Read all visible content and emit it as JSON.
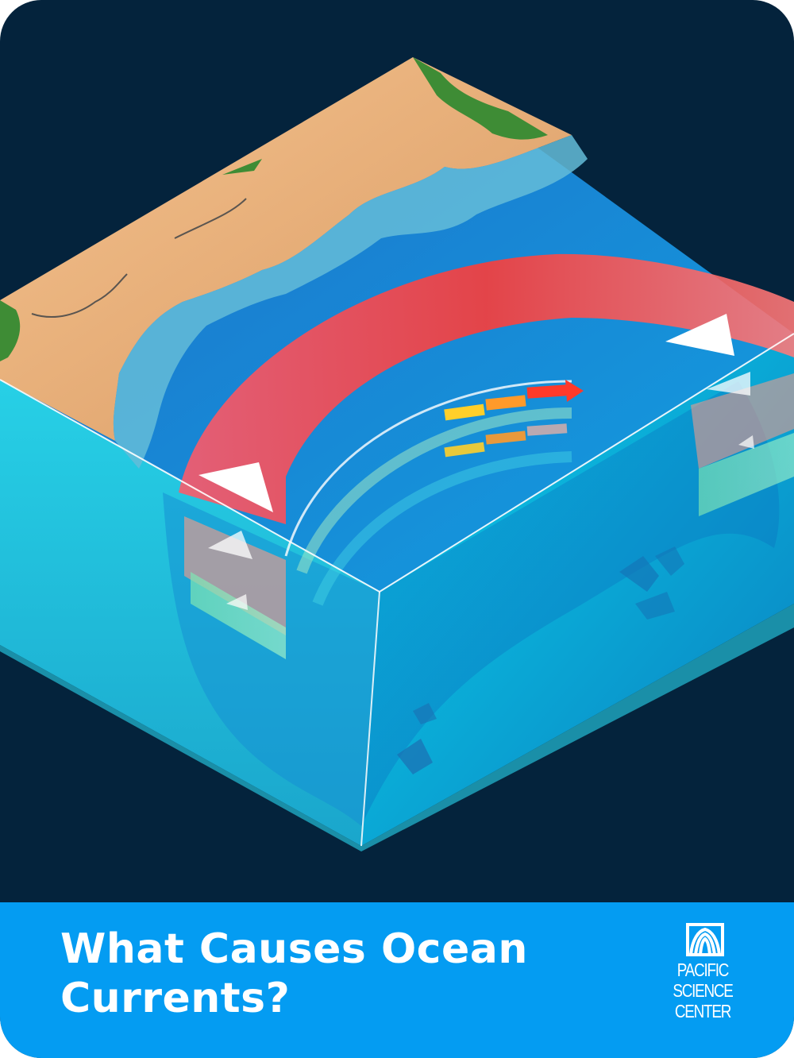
{
  "card": {
    "title_line1": "What Causes Ocean",
    "title_line2": "Currents?"
  },
  "logo": {
    "line1": "PACIFIC",
    "line2": "SCIENCE",
    "line3": "CENTER"
  },
  "illustration": {
    "subject": "isometric ocean block cutaway with warm current band",
    "icons": [
      "flow-arrow-icon",
      "direction-triangle-icon"
    ]
  },
  "colors": {
    "background": "#04233c",
    "footer": "#049cf2",
    "warm_current": "#ff3b3b",
    "sand": "#eeb27c",
    "ocean": "#0fb6e6"
  }
}
